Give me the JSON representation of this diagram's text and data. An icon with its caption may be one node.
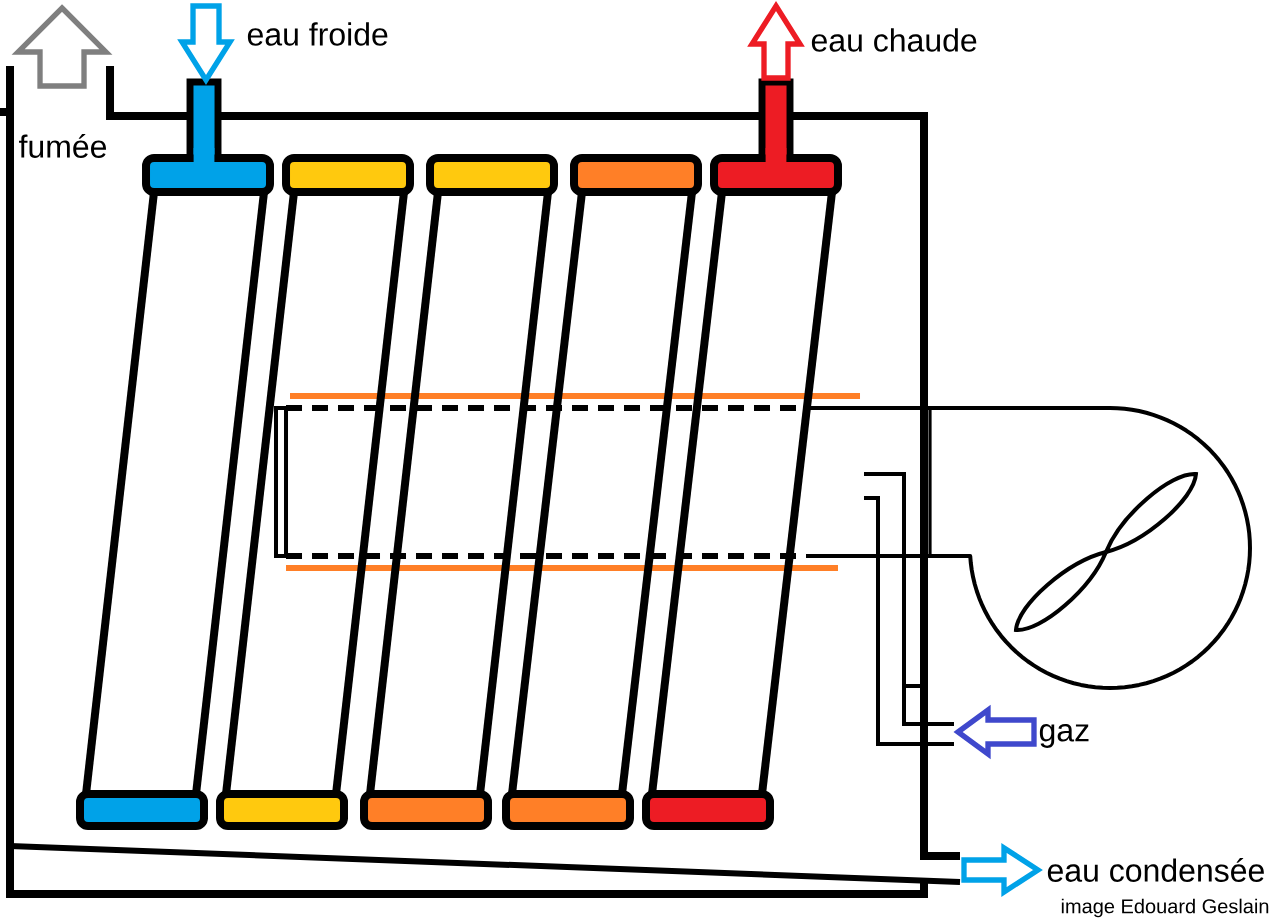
{
  "diagram": {
    "labels": [
      "eau froide",
      "eau chaude",
      "fumée",
      "gaz",
      "eau condensée",
      "image Edouard Geslain"
    ]
  }
}
